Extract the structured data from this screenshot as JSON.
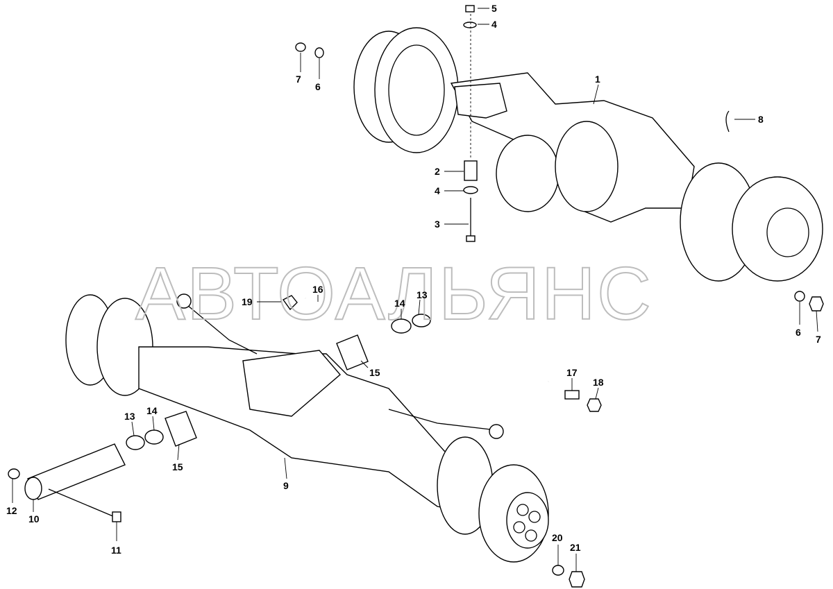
{
  "diagram": {
    "watermark": "АВТОАЛЬЯНС",
    "rear_axle_callouts": [
      "5",
      "4",
      "7",
      "6",
      "1",
      "8",
      "2",
      "4",
      "3",
      "6",
      "7"
    ],
    "front_axle_callouts": [
      "19",
      "16",
      "14",
      "13",
      "15",
      "17",
      "18",
      "13",
      "14",
      "15",
      "9",
      "12",
      "10",
      "11",
      "20",
      "21"
    ]
  }
}
